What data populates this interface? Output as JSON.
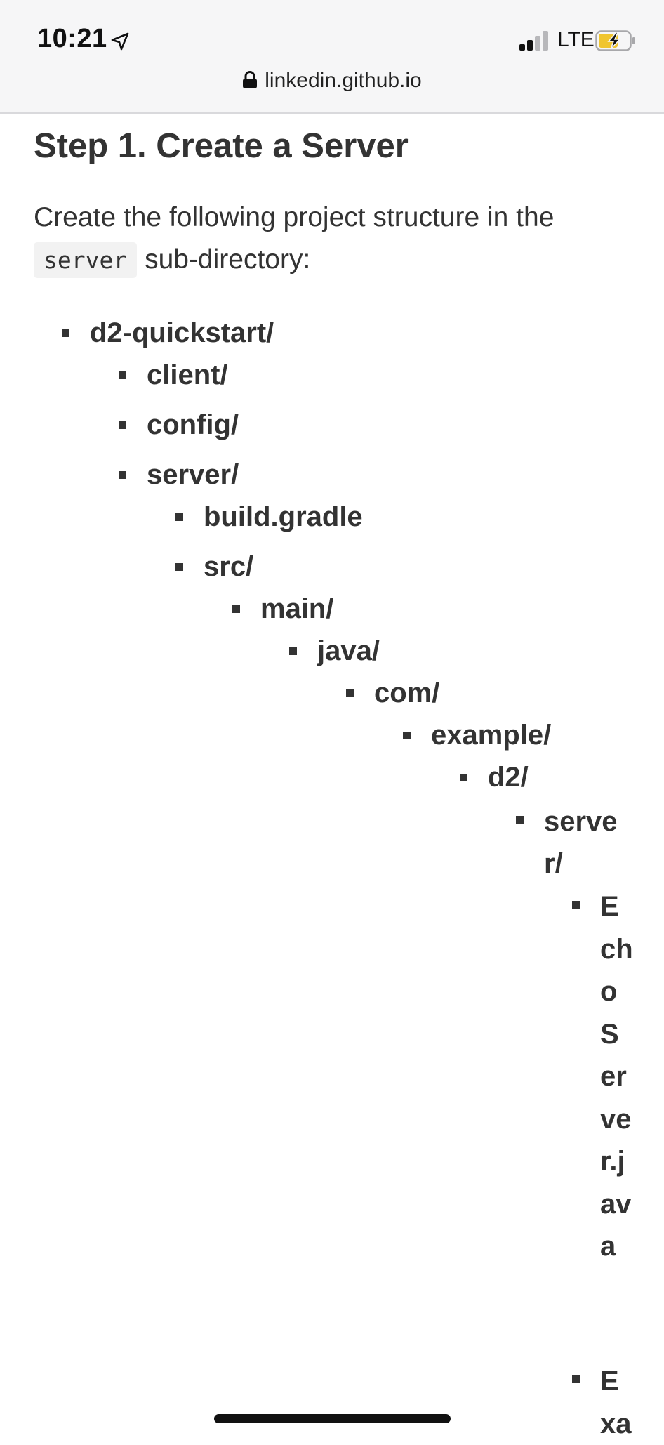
{
  "status_bar": {
    "time": "10:21",
    "network": "LTE"
  },
  "browser": {
    "url": "linkedin.github.io"
  },
  "article": {
    "step_title": "Step 1. Create a Server",
    "intro_before": "Create the following project structure in the",
    "intro_code": "server",
    "intro_after": "sub-directory:"
  },
  "tree": {
    "d2_quickstart": "d2-quickstart/",
    "client": "client/",
    "config": "config/",
    "server": "server/",
    "build_gradle": "build.gradle",
    "src": "src/",
    "main": "main/",
    "java": "java/",
    "com": "com/",
    "example": "example/",
    "d2": "d2/",
    "server_pkg": "server/",
    "echo_server": "EchoServer.java",
    "example_file_fragment": "Exa"
  }
}
